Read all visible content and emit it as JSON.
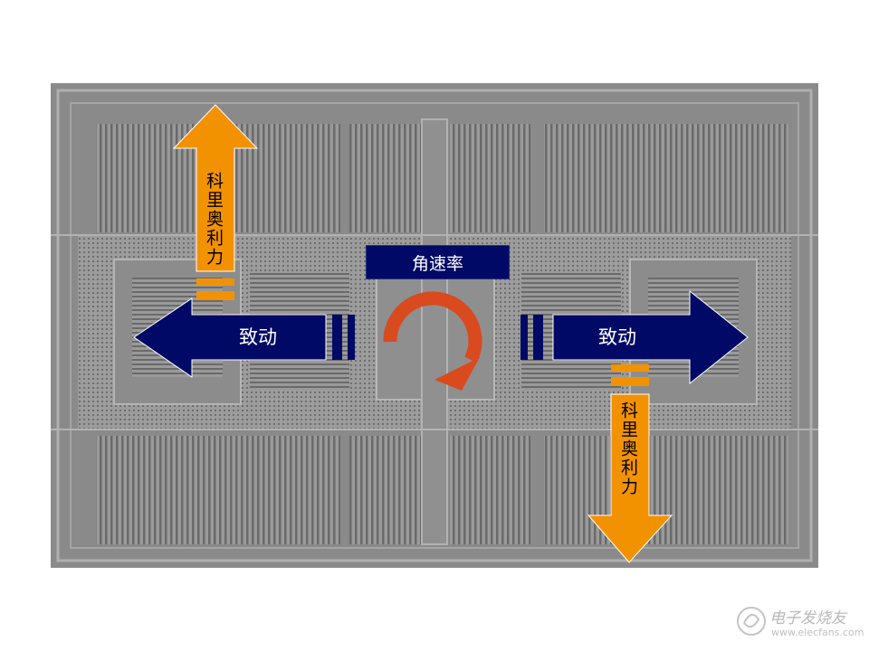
{
  "diagram": {
    "angular_rate_label": "角速率",
    "actuation_left_label": "致动",
    "actuation_right_label": "致动",
    "coriolis_top_label": "科里奥利力",
    "coriolis_bottom_label": "科里奥利力"
  },
  "colors": {
    "actuation_arrow": "#000a66",
    "coriolis_arrow": "#f39200",
    "rotation_arrow": "#d94a1e",
    "background": "#8d8d8d"
  },
  "watermark": {
    "text": "电子发烧友",
    "url": "www.elecfans.com"
  }
}
